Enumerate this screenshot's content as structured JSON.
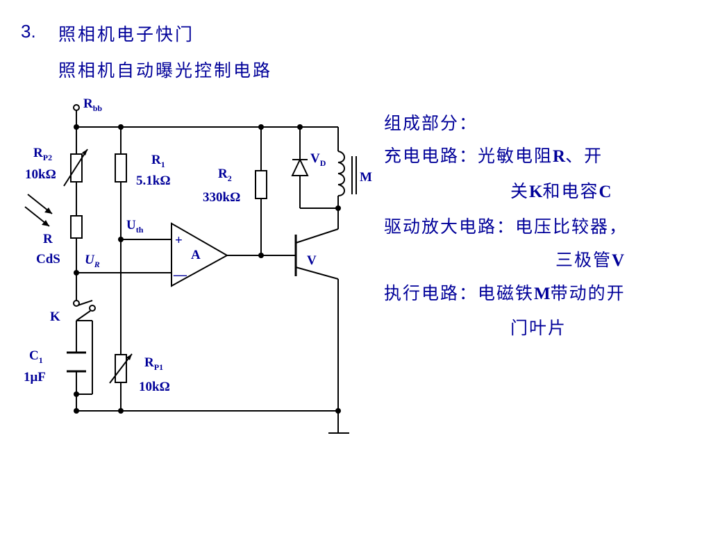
{
  "title": {
    "number": "3.",
    "main": "照相机电子快门",
    "subtitle": "照相机自动曝光控制电路"
  },
  "description": {
    "heading": "组成部分：",
    "line1_pre": "充电电路：光敏电阻",
    "line1_bold": "R",
    "line1_post": "、开",
    "line2_pre": "关",
    "line2_bold1": "K",
    "line2_mid": "和电容",
    "line2_bold2": "C",
    "line3": "驱动放大电路：电压比较器，",
    "line4_pre": "三极管",
    "line4_bold": "V",
    "line5_pre": "执行电路：电磁铁",
    "line5_bold": "M",
    "line5_post": "带动的开",
    "line6": "门叶片"
  },
  "labels": {
    "rbb_main": "R",
    "rbb_sub": "bb",
    "rp2_main": "R",
    "rp2_sub": "P2",
    "rp2_value": "10kΩ",
    "r_cds_name": "R",
    "r_cds_type": "CdS",
    "r1_main": "R",
    "r1_sub": "1",
    "r1_value": "5.1kΩ",
    "r2_main": "R",
    "r2_sub": "2",
    "r2_value": "330kΩ",
    "uth_main": "U",
    "uth_sub": "th",
    "ur_main": "U",
    "ur_sub": "R",
    "opamp_plus": "+",
    "opamp_name": "A",
    "opamp_minus": "—",
    "vd_main": "V",
    "vd_sub": "D",
    "m_label": "M",
    "v_label": "V",
    "k_label": "K",
    "c1_main": "C",
    "c1_sub": "1",
    "c1_value": "1μF",
    "rp1_main": "R",
    "rp1_sub": "P1",
    "rp1_value": "10kΩ"
  },
  "colors": {
    "text": "#000099",
    "wire": "#000000"
  }
}
